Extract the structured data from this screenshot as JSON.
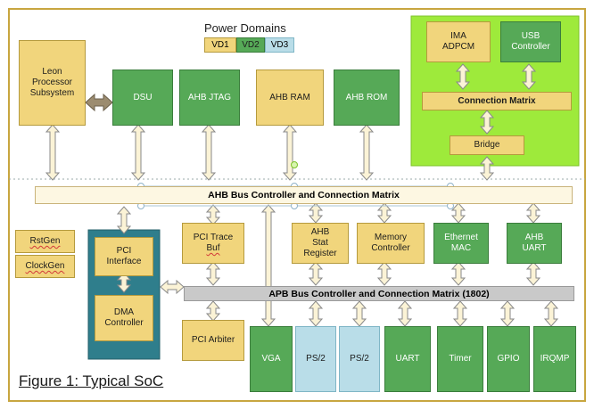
{
  "legend": {
    "title": "Power Domains",
    "items": [
      "VD1",
      "VD2",
      "VD3"
    ]
  },
  "blocks": {
    "leon": "Leon\nProcessor\nSubsystem",
    "dsu": "DSU",
    "ahb_jtag": "AHB JTAG",
    "ahb_ram": "AHB RAM",
    "ahb_rom": "AHB ROM",
    "ima_adpcm": "IMA\nADPCM",
    "usb_controller": "USB\nController",
    "connection_matrix": "Connection Matrix",
    "bridge": "Bridge",
    "rstgen": "RstGen",
    "clockgen": "ClockGen",
    "pci_interface": "PCI\nInterface",
    "dma_controller": "DMA\nController",
    "pci_trace_buf_line1": "PCI Trace",
    "pci_trace_buf_line2": "Buf",
    "pci_arbiter": "PCI Arbiter",
    "ahb_stat_register": "AHB\nStat\nRegister",
    "memory_controller": "Memory\nController",
    "ethernet_mac": "Ethernet\nMAC",
    "ahb_uart": "AHB\nUART",
    "vga": "VGA",
    "ps2_a": "PS/2",
    "ps2_b": "PS/2",
    "uart": "UART",
    "timer": "Timer",
    "gpio": "GPIO",
    "irqmp": "IRQMP"
  },
  "buses": {
    "ahb": "AHB  Bus Controller and Connection Matrix",
    "apb": "APB  Bus Controller and Connection Matrix (1802)"
  },
  "caption": "Figure 1: Typical SoC",
  "colors": {
    "vd1": "#f1d57c",
    "vd2": "#56a957",
    "vd3": "#b9dde8",
    "subsystem_green": "#9eea3b",
    "outer_border": "#c8a640",
    "apb_bus": "#c9c9c9",
    "pci_group": "#2f7e8c"
  }
}
